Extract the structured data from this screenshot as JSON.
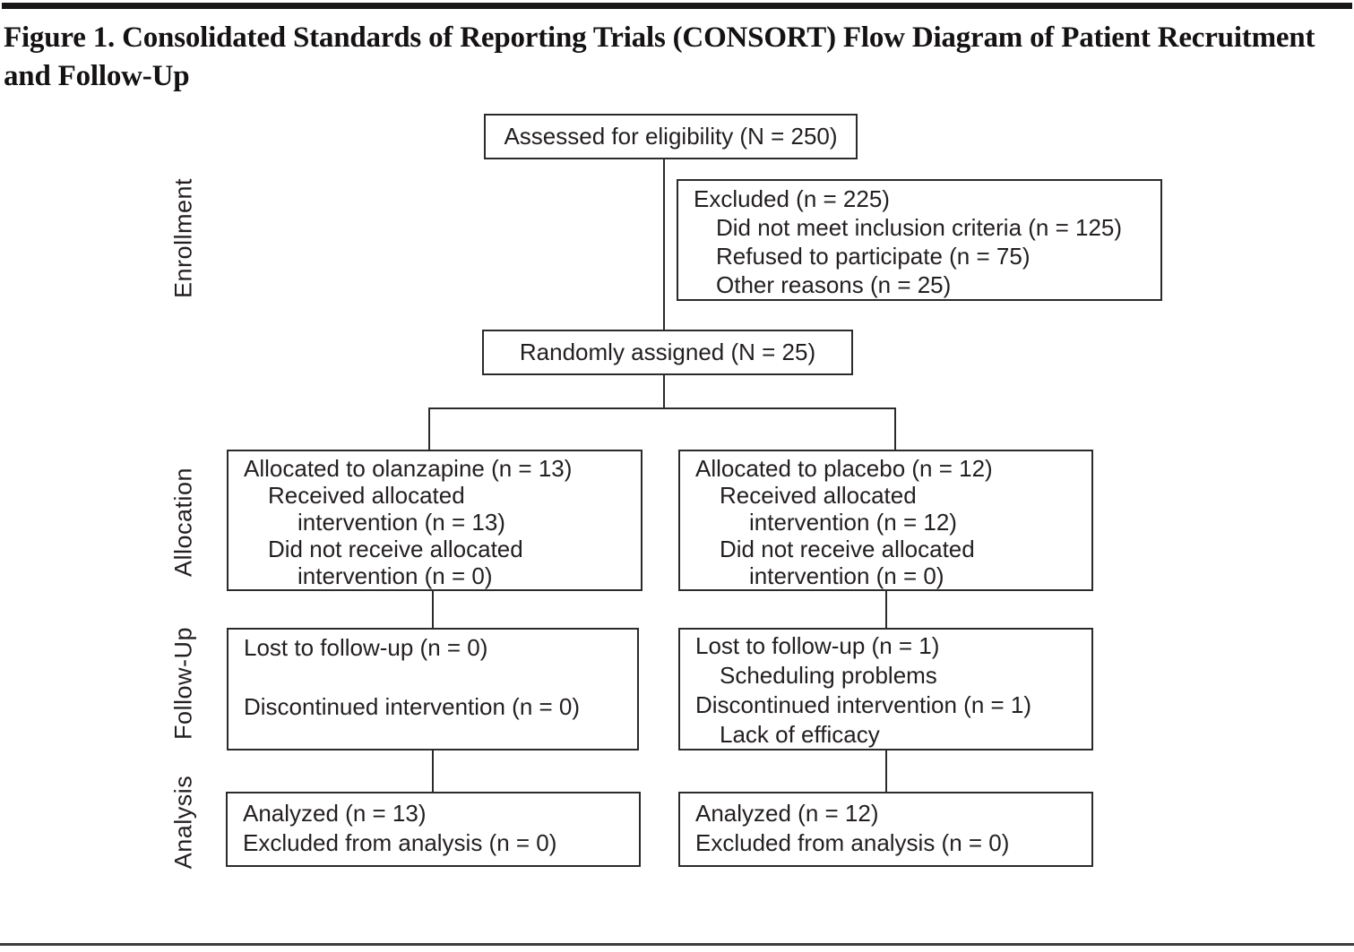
{
  "figure": {
    "title": "Figure 1. Consolidated Standards of Reporting Trials (CONSORT) Flow Diagram of Patient Recruitment and Follow-Up"
  },
  "stages": {
    "enrollment": "Enrollment",
    "allocation": "Allocation",
    "followup": "Follow-Up",
    "analysis": "Analysis"
  },
  "boxes": {
    "assessed": {
      "text": "Assessed for eligibility (N = 250)"
    },
    "excluded": {
      "lines": [
        "Excluded (n = 225)",
        "Did not meet inclusion criteria (n = 125)",
        "Refused to participate (n = 75)",
        "Other reasons (n = 25)"
      ]
    },
    "randomized": {
      "text": "Randomly assigned (N = 25)"
    },
    "allocated_olanzapine": {
      "lines": [
        "Allocated to olanzapine (n = 13)",
        "Received allocated",
        "intervention (n = 13)",
        "Did not receive allocated",
        "intervention (n = 0)"
      ]
    },
    "allocated_placebo": {
      "lines": [
        "Allocated to placebo (n = 12)",
        "Received allocated",
        "intervention (n = 12)",
        "Did not receive allocated",
        "intervention (n = 0)"
      ]
    },
    "followup_olanzapine": {
      "lines": [
        "Lost to follow-up (n = 0)",
        "Discontinued intervention (n = 0)"
      ]
    },
    "followup_placebo": {
      "lines": [
        "Lost to follow-up (n = 1)",
        "Scheduling problems",
        "Discontinued intervention (n = 1)",
        "Lack of efficacy"
      ]
    },
    "analysis_olanzapine": {
      "lines": [
        "Analyzed (n = 13)",
        "Excluded from analysis (n = 0)"
      ]
    },
    "analysis_placebo": {
      "lines": [
        "Analyzed (n = 12)",
        "Excluded from analysis (n = 0)"
      ]
    }
  },
  "colors": {
    "text": "#231f20",
    "border": "#2d2a2b",
    "rule": "#191617"
  }
}
